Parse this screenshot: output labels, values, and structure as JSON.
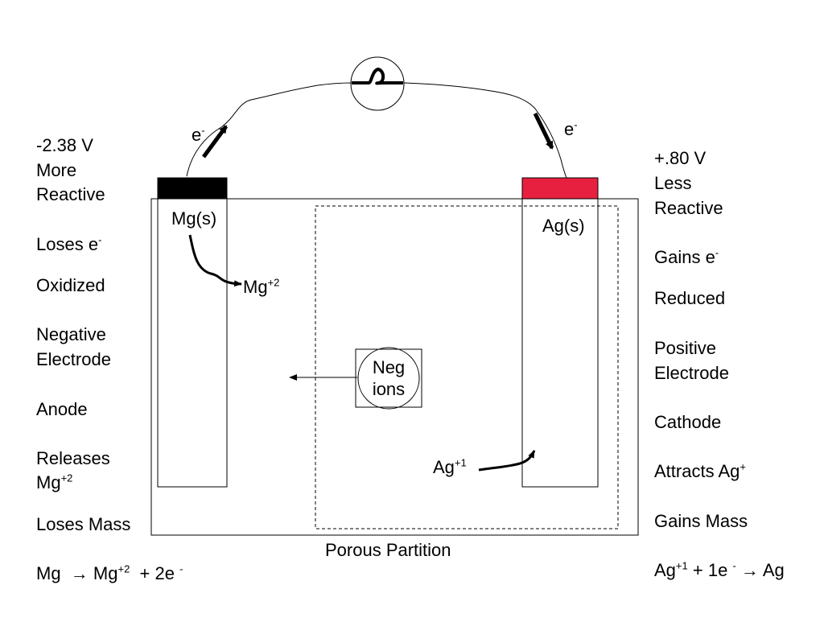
{
  "left_panel": {
    "voltage": "-2.38 V",
    "reactivity_1": "More",
    "reactivity_2": "Reactive",
    "electrons": {
      "text": "Loses e",
      "sup": "-"
    },
    "process": "Oxidized",
    "electrode_1": "Negative",
    "electrode_2": "Electrode",
    "role": "Anode",
    "ions_1": "Releases",
    "ions_2": {
      "text": "Mg",
      "sup": "+2"
    },
    "mass": "Loses Mass",
    "equation": {
      "a": "Mg",
      "arrow": "→",
      "b": "Mg",
      "b_sup": "+2",
      "c": "+ 2e",
      "c_sup": "-"
    }
  },
  "right_panel": {
    "voltage": "+.80 V",
    "reactivity_1": "Less",
    "reactivity_2": "Reactive",
    "electrons": {
      "text": "Gains e",
      "sup": "-"
    },
    "process": "Reduced",
    "electrode_1": "Positive",
    "electrode_2": "Electrode",
    "role": "Cathode",
    "ions": {
      "text": "Attracts Ag",
      "sup": "+"
    },
    "mass": "Gains Mass",
    "equation": {
      "a": "Ag",
      "a_sup": "+1",
      "b": "+ 1e",
      "b_sup": "-",
      "arrow": "→",
      "c": "Ag"
    }
  },
  "diagram": {
    "mg_electrode_label": "Mg(s)",
    "ag_electrode_label": "Ag(s)",
    "mg_ion": {
      "text": "Mg",
      "sup": "+2"
    },
    "ag_ion": {
      "text": "Ag",
      "sup": "+1"
    },
    "electron_left": {
      "text": "e",
      "sup": "-"
    },
    "electron_right": {
      "text": "e",
      "sup": "-"
    },
    "neg_ions_1": "Neg",
    "neg_ions_2": "ions",
    "partition_label": "Porous Partition"
  },
  "colors": {
    "mg_terminal": "#000000",
    "ag_terminal": "#e8203f",
    "lines": "#000000"
  },
  "icons": [
    "bulb-icon",
    "electron-flow-arrow",
    "ion-flow-arrow"
  ]
}
